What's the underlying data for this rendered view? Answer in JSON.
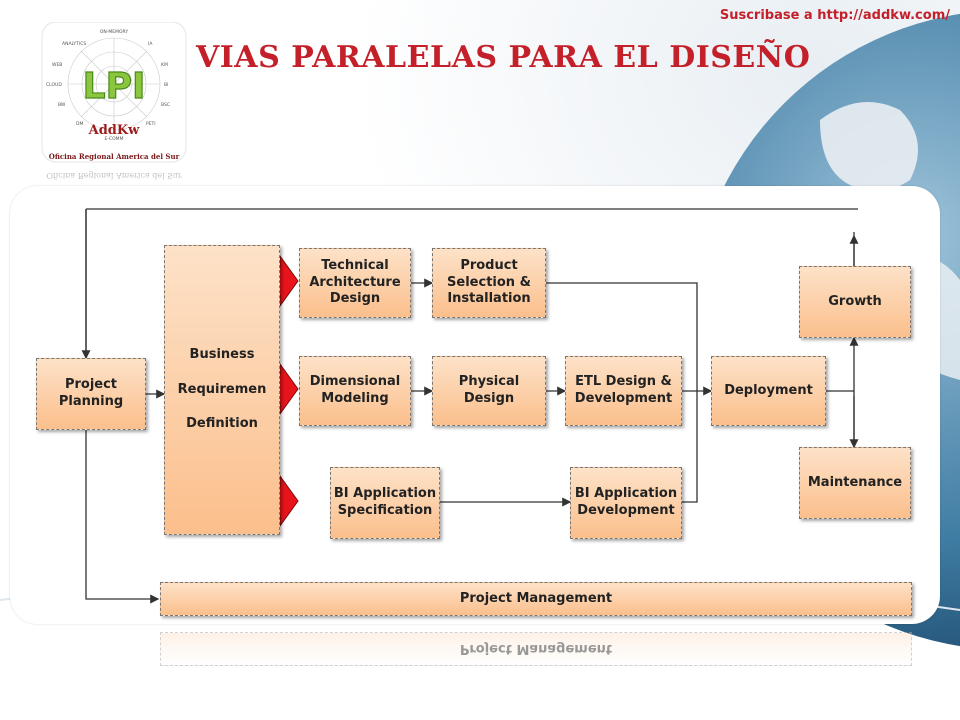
{
  "header": {
    "title": "VIAS PARALELAS PARA EL DISEÑO",
    "subscribe": "Suscribase a http://addkw.com/"
  },
  "logo": {
    "main": "LPI",
    "brand": "AddKw",
    "office": "Oficina Regional America del Sur",
    "ring_labels": [
      "ON-MEMORY",
      "IA",
      "KM",
      "BI",
      "BSC",
      "PETI",
      "E-COMM",
      "DM",
      "BW",
      "CLOUD",
      "WEB",
      "ANALYTICS"
    ]
  },
  "diagram": {
    "project_planning": "Project Planning",
    "business_req": [
      "Business",
      "Requiremen",
      "Definition"
    ],
    "technical_architecture": "Technical Architecture Design",
    "product_selection": "Product Selection & Installation",
    "dimensional_modeling": "Dimensional Modeling",
    "physical_design": "Physical Design",
    "etl_design": "ETL Design & Development",
    "bi_app_spec": "BI Application Specification",
    "bi_app_dev": "BI Application Development",
    "deployment": "Deployment",
    "growth": "Growth",
    "maintenance": "Maintenance",
    "project_management": "Project Management"
  },
  "colors": {
    "title": "#c4202a",
    "box_fill": "#fbbf8c",
    "arrow_red": "#e8141b"
  }
}
